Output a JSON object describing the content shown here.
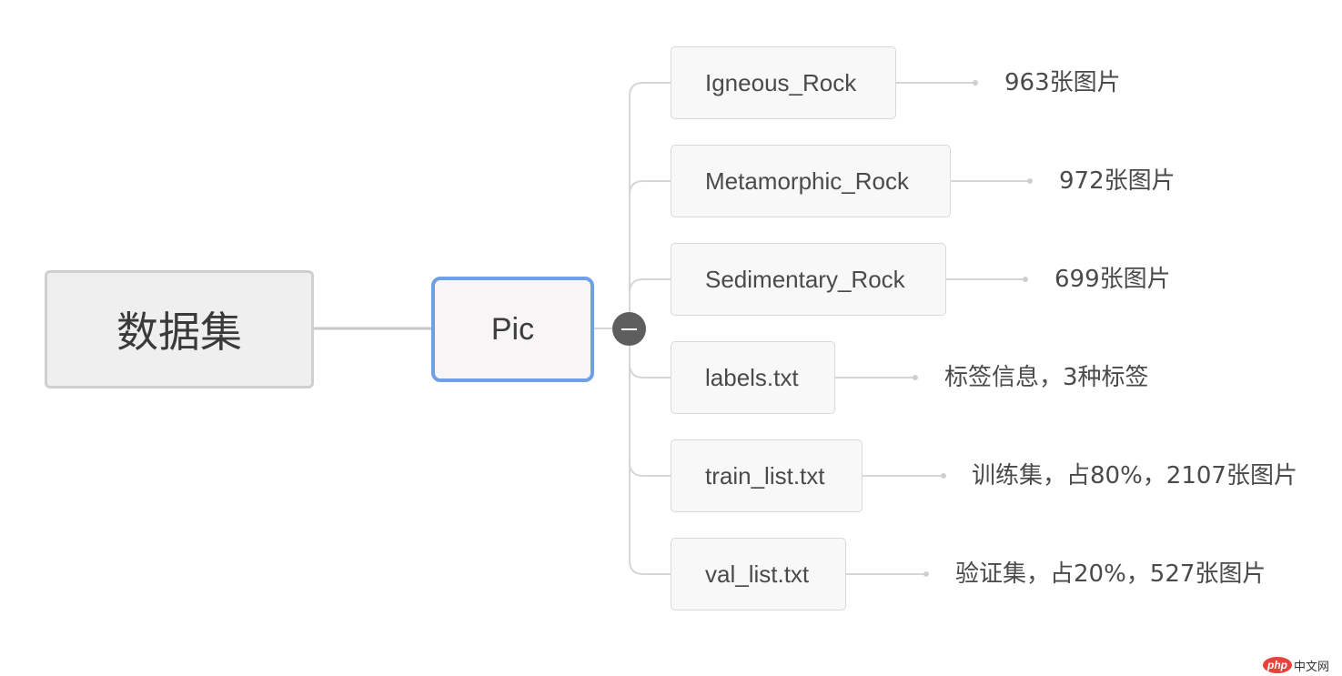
{
  "root": {
    "label": "数据集"
  },
  "folder": {
    "label": "Pic"
  },
  "children": [
    {
      "label": "Igneous_Rock",
      "note": "963张图片"
    },
    {
      "label": "Metamorphic_Rock",
      "note": "972张图片"
    },
    {
      "label": "Sedimentary_Rock",
      "note": "699张图片"
    },
    {
      "label": "labels.txt",
      "note": "标签信息，3种标签"
    },
    {
      "label": "train_list.txt",
      "note": "训练集，占80%，2107张图片"
    },
    {
      "label": "val_list.txt",
      "note": "验证集，占20%，527张图片"
    }
  ],
  "watermark": {
    "logo": "php",
    "text": "中文网"
  },
  "colors": {
    "selected_border": "#6fa0e3",
    "connector": "#d6d6d6",
    "collapse_button": "#5e5e5e"
  }
}
